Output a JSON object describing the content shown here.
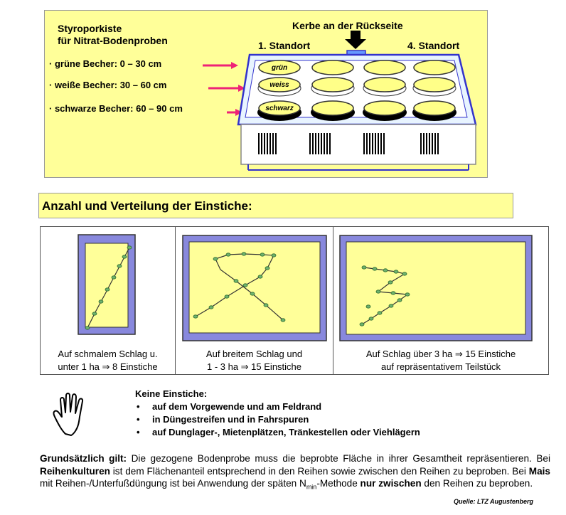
{
  "top": {
    "title_line1": "Styroporkiste",
    "title_line2": "für Nitrat-Bodenproben",
    "legend": [
      "· grüne Becher: 0 – 30 cm",
      "· weiße Becher: 30 – 60 cm",
      "· schwarze Becher: 60 – 90 cm"
    ],
    "kerbe_label": "Kerbe an der Rückseite",
    "standort_1": "1. Standort",
    "standort_4": "4. Standort",
    "cup_labels": [
      "grün",
      "weiss",
      "schwarz"
    ],
    "colors": {
      "box_bg": "#ffff99",
      "crate_blue": "#3333cc",
      "arrow_pink": "#ee2277",
      "cup_yellow": "#ffff88"
    }
  },
  "section_heading": {
    "prefix": "Anzahl und Verteilung der ",
    "bold_e": "E",
    "suffix": "instiche:"
  },
  "panels": [
    {
      "caption_line1": "Auf schmalem Schlag u.",
      "caption_line2": "unter 1 ha ⇒ 8 Einstiche"
    },
    {
      "caption_line1": "Auf breitem Schlag und",
      "caption_line2": "1 - 3 ha ⇒ 15 Einstiche"
    },
    {
      "caption_line1": "Auf Schlag über 3 ha ⇒ 15 Einstiche",
      "caption_line2": "auf repräsentativem Teilstück"
    }
  ],
  "keine": {
    "title": "Keine Einstiche:",
    "items": [
      "auf dem Vorgewende und am Feldrand",
      "in Düngestreifen und in Fahrspuren",
      "auf Dunglager-, Mietenplätzen, Tränkestellen oder Viehlägern"
    ]
  },
  "paragraph": {
    "b1": "Grundsätzlich gilt:",
    "t1": " Die gezogene Bodenprobe muss die beprobte Fläche in ihrer Gesamtheit repräsentieren. Bei ",
    "b2": "Reihenkulturen",
    "t2": " ist dem Flächenanteil entsprechend in den Reihen sowie zwischen den Reihen zu beproben. Bei ",
    "b3": "Mais",
    "t3": " mit Reihen-/Unterfußdüngung ist bei Anwendung der späten N",
    "sub": "min",
    "t4": "-Methode ",
    "b4": "nur zwischen",
    "t5": " den Reihen zu beproben."
  },
  "source": "Quelle: LTZ Augustenberg"
}
